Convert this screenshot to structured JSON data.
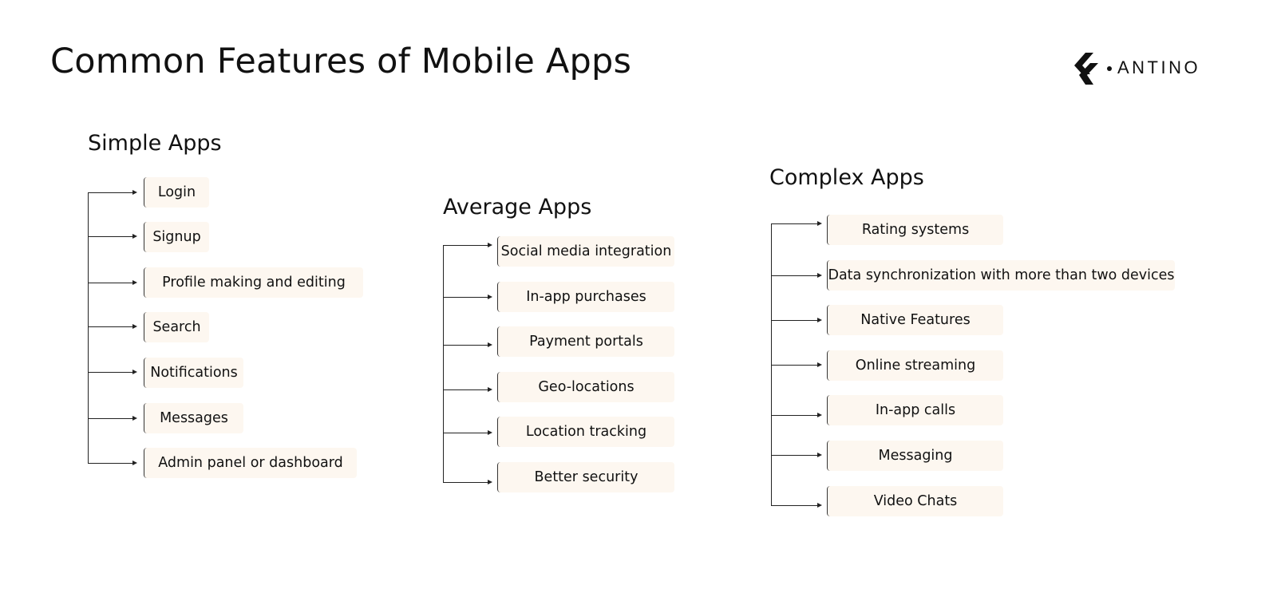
{
  "title": "Common Features of Mobile Apps",
  "logo": {
    "text": "ANTINO",
    "icon": "antino-chevron-logo"
  },
  "groups": {
    "simple": {
      "title": "Simple Apps",
      "items": [
        "Login",
        "Signup",
        "Profile making and editing",
        "Search",
        "Notifications",
        "Messages",
        "Admin panel or dashboard"
      ]
    },
    "average": {
      "title": "Average Apps",
      "items": [
        "Social media integration",
        "In-app purchases",
        "Payment portals",
        "Geo-locations",
        "Location tracking",
        "Better security"
      ]
    },
    "complex": {
      "title": "Complex Apps",
      "items": [
        "Rating systems",
        "Data synchronization with more than two devices",
        "Native Features",
        "Online streaming",
        "In-app calls",
        "Messaging",
        "Video Chats"
      ]
    }
  },
  "colors": {
    "box_fill": "#fdf7f0",
    "line": "#222222",
    "text": "#111111"
  }
}
